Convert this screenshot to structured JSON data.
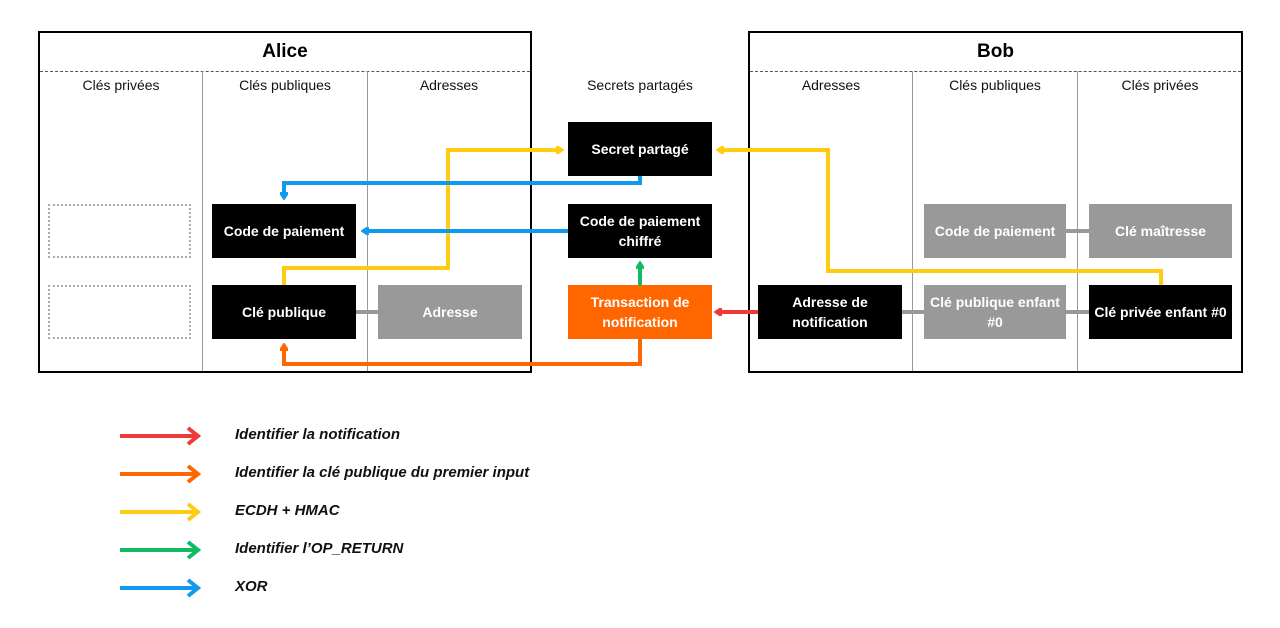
{
  "colors": {
    "red": "#f03a3a",
    "orange": "#ff6600",
    "yellow": "#ffcc11",
    "green": "#11bb66",
    "blue": "#1199ee",
    "black_node": "#000000",
    "grey_node": "#999999"
  },
  "alice": {
    "title": "Alice",
    "columns": [
      "Clés privées",
      "Clés publiques",
      "Adresses"
    ],
    "nodes": {
      "payment_code": "Code de paiement",
      "public_key": "Clé publique",
      "address": "Adresse"
    }
  },
  "middle": {
    "column": "Secrets partagés",
    "nodes": {
      "shared_secret": "Secret partagé",
      "encrypted_payment_code": "Code de paiement chiffré",
      "notification_tx": "Transaction de notification"
    }
  },
  "bob": {
    "title": "Bob",
    "columns": [
      "Adresses",
      "Clés publiques",
      "Clés privées"
    ],
    "nodes": {
      "payment_code": "Code de paiement",
      "master_key": "Clé maîtresse",
      "notification_address": "Adresse de notification",
      "child_public_key": "Clé publique enfant #0",
      "child_private_key": "Clé privée enfant #0"
    }
  },
  "legend": [
    {
      "label": "Identifier la notification",
      "color": "#f03a3a"
    },
    {
      "label": "Identifier la clé publique du premier input",
      "color": "#ff6600"
    },
    {
      "label": "ECDH + HMAC",
      "color": "#ffcc11"
    },
    {
      "label": "Identifier l’OP_RETURN",
      "color": "#11bb66"
    },
    {
      "label": "XOR",
      "color": "#1199ee"
    }
  ]
}
